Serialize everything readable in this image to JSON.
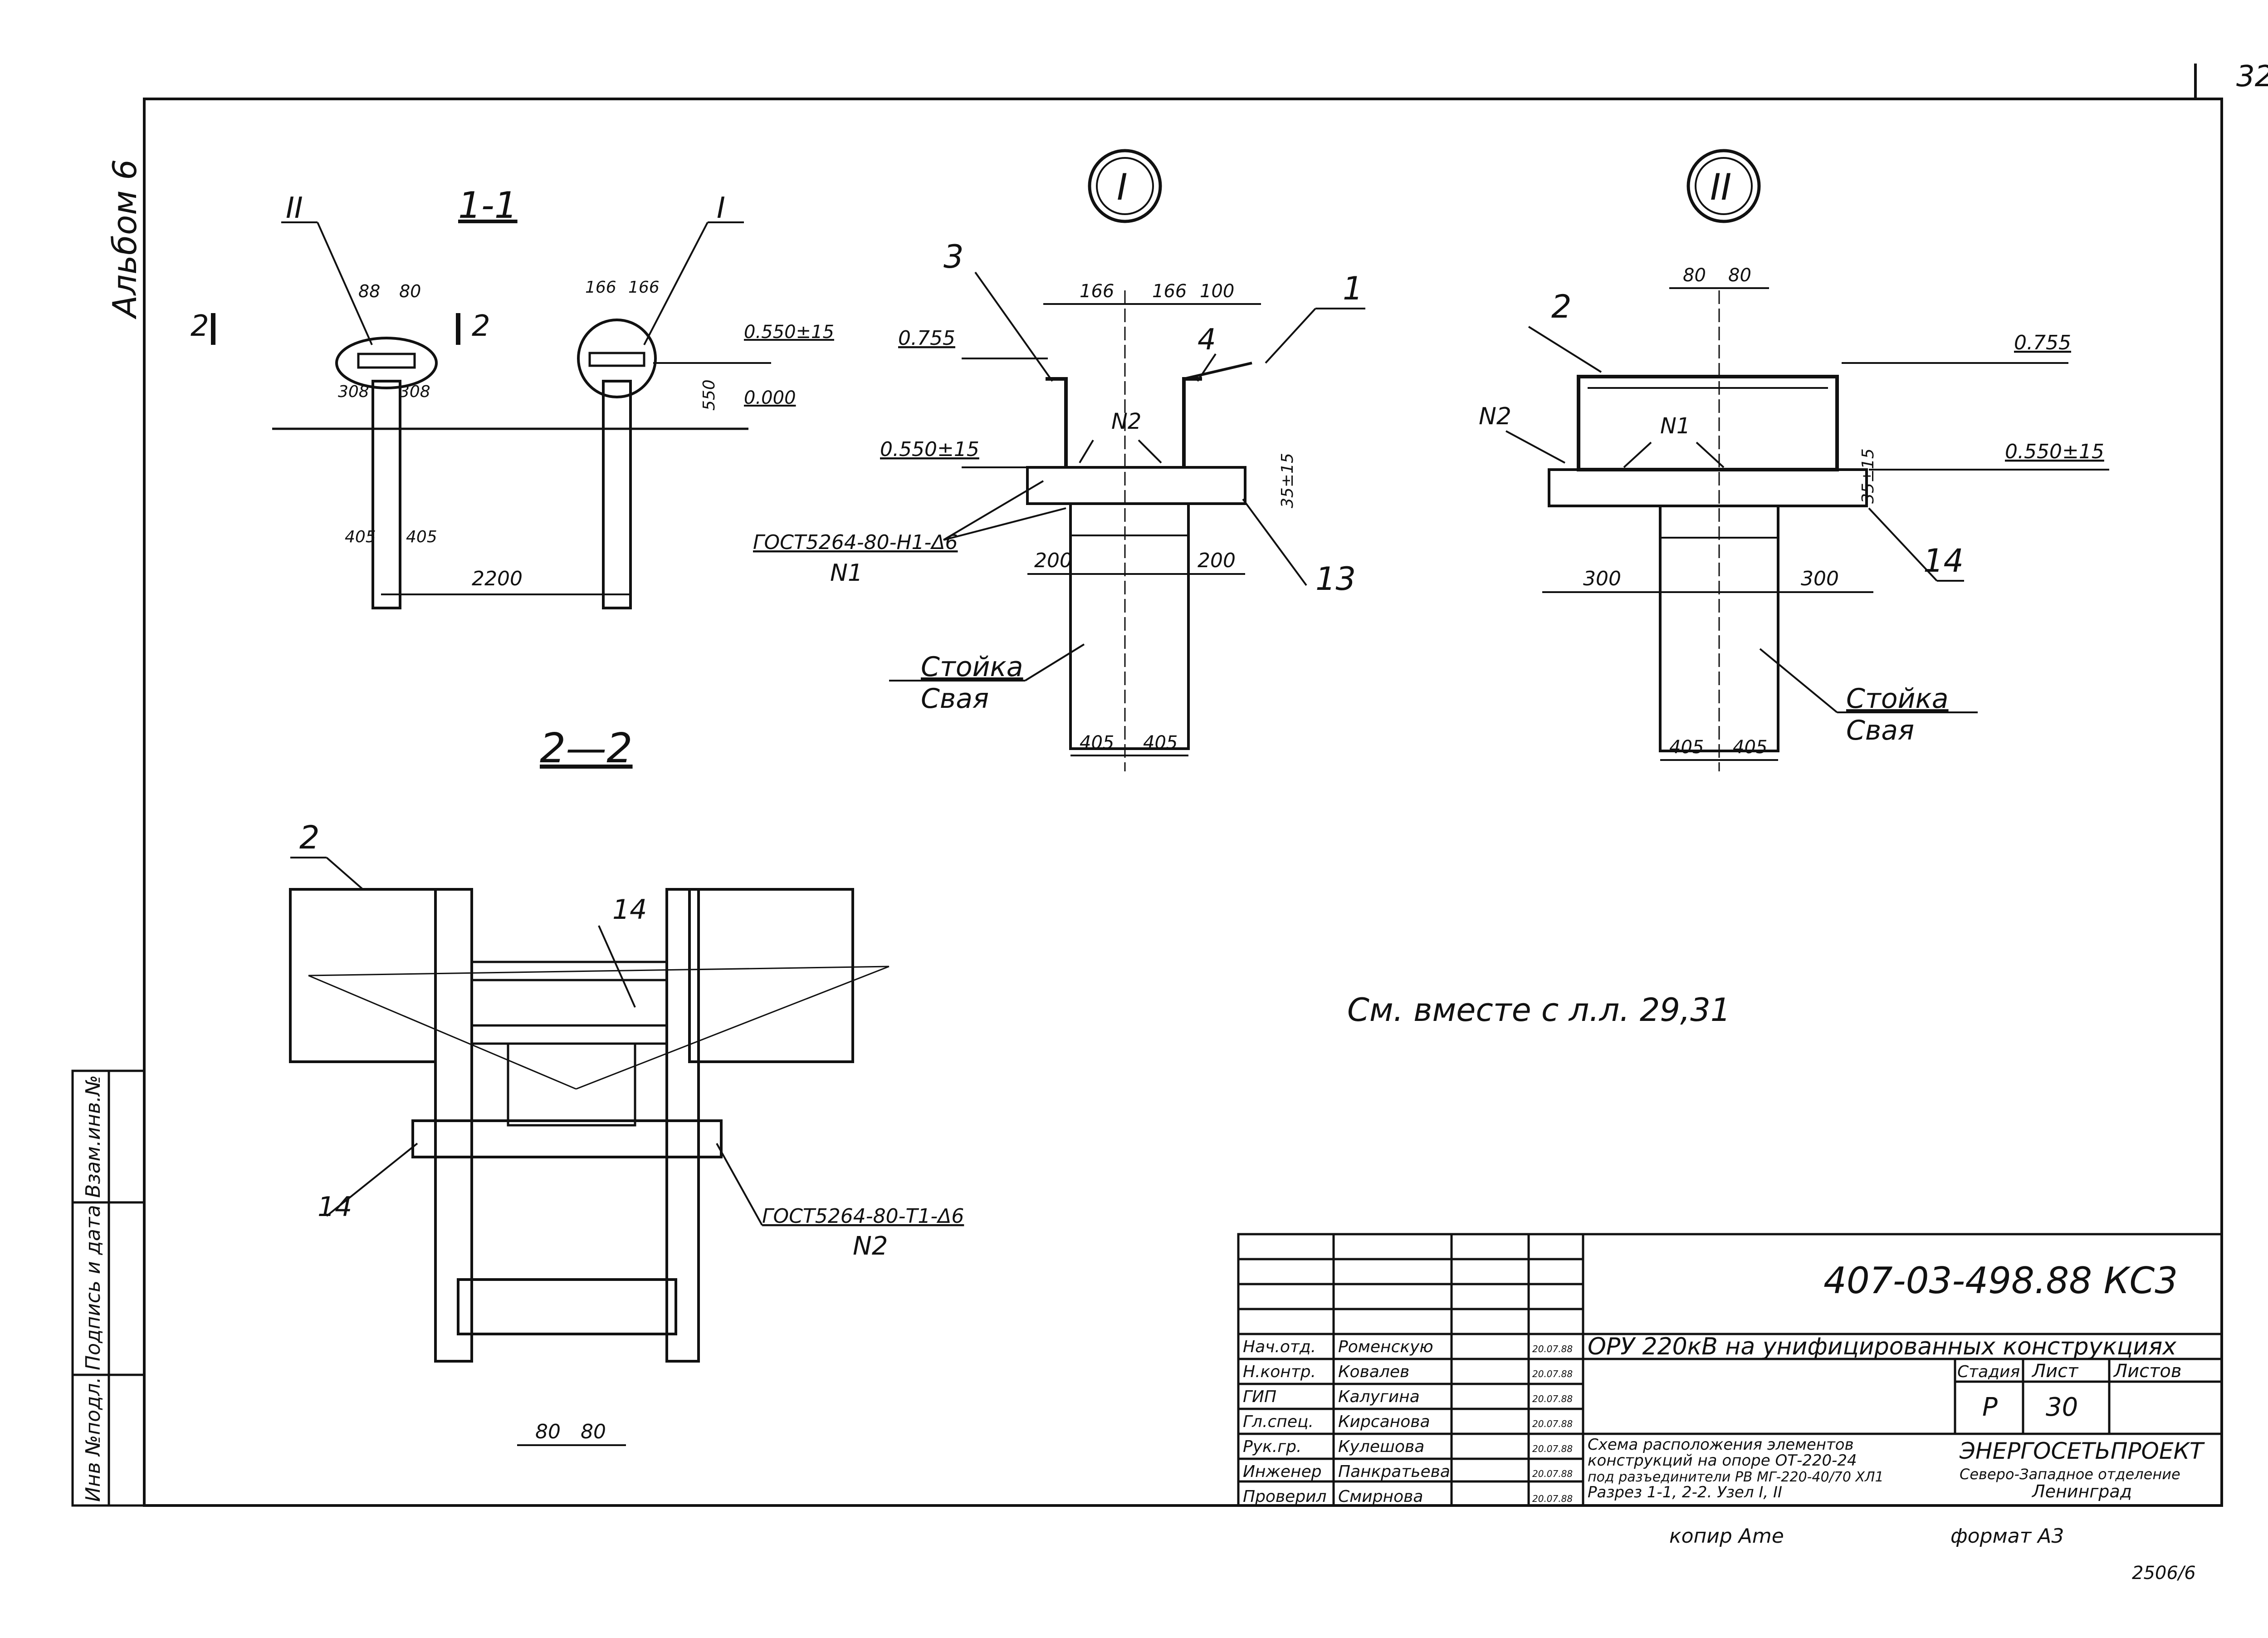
{
  "page": {
    "number": "32",
    "album": "Альбом 6"
  },
  "see_also": "См. вместе с л.л. 29,31",
  "sections": {
    "s11": "1-1",
    "s22": "2—2",
    "mark_2a": "2",
    "mark_2b": "2",
    "callout_I": "I",
    "callout_II": "II"
  },
  "view11": {
    "d_88a": "88",
    "d_80a": "80",
    "d_308a": "308",
    "d_308b": "308",
    "d_405a": "405",
    "d_405b": "405",
    "d_2200": "2200",
    "d_166a": "166",
    "d_166b": "166",
    "elev_0550": "0.550±15",
    "elev_0000": "0.000",
    "d_550": "550",
    "mark_II": "II",
    "mark_I": "I"
  },
  "detailI": {
    "callout": "I",
    "pos3": "3",
    "pos4": "4",
    "pos1": "1",
    "pos13": "13",
    "d_166a": "166",
    "d_166b": "166",
    "d_100": "100",
    "d_200a": "200",
    "d_200b": "200",
    "d_405a": "405",
    "d_405b": "405",
    "d_35": "35±15",
    "elev_0755": "0.755",
    "elev_0550": "0.550±15",
    "weld_N2": "N2",
    "weld_spec": "ГОСТ5264-80-Н1-Δ6",
    "weld_N1": "N1",
    "label_stoyka": "Стойка",
    "label_svaya": "Свая"
  },
  "detailII": {
    "callout": "II",
    "pos2": "2",
    "pos14": "14",
    "d_80a": "80",
    "d_80b": "80",
    "d_300a": "300",
    "d_300b": "300",
    "d_405a": "405",
    "d_405b": "405",
    "d_35": "35±15",
    "elev_0755": "0.755",
    "elev_0550": "0.550±15",
    "weld_N2": "N2",
    "weld_N1": "N1",
    "label_stoyka": "Стойка",
    "label_svaya": "Свая"
  },
  "view22": {
    "pos2": "2",
    "pos14a": "14",
    "pos14b": "14",
    "weld_spec": "ГОСТ5264-80-Т1-Δ6",
    "weld_N2": "N2",
    "d_80a": "80",
    "d_80b": "80"
  },
  "stamp_side": {
    "col1": "Инв №подл.",
    "col2": "Подпись и дата",
    "col3": "Взам.инв.№"
  },
  "title_block": {
    "code": "407-03-498.88 КС3",
    "project": "ОРУ 220кВ на унифицированных конструкциях",
    "sheet_title_l1": "Схема расположения элементов",
    "sheet_title_l2": "конструкций на опоре ОТ-220-24",
    "sheet_title_l3": "под разъединители РВ МГ-220-40/70 ХЛ1",
    "sheet_title_l4": "Разрез 1-1, 2-2. Узел I, II",
    "h_stage": "Стадия",
    "h_sheet": "Лист",
    "h_sheets": "Листов",
    "v_stage": "Р",
    "v_sheet": "30",
    "v_sheets": "",
    "org_l1": "ЭНЕРГОСЕТЬПРОЕКТ",
    "org_l2": "Северо-Западное отделение",
    "org_l3": "Ленинград",
    "people": [
      {
        "role": "Нач.отд.",
        "name": "Роменскую",
        "date": "20.07.88"
      },
      {
        "role": "Н.контр.",
        "name": "Ковалев",
        "date": "20.07.88"
      },
      {
        "role": "ГИП",
        "name": "Калугина",
        "date": "20.07.88"
      },
      {
        "role": "Гл.спец.",
        "name": "Кирсанова",
        "date": "20.07.88"
      },
      {
        "role": "Рук.гр.",
        "name": "Кулешова",
        "date": "20.07.88"
      },
      {
        "role": "Инженер",
        "name": "Панкратьева",
        "date": "20.07.88"
      },
      {
        "role": "Проверил",
        "name": "Смирнова",
        "date": "20.07.88"
      }
    ]
  },
  "footer": {
    "copied": "копир Ame",
    "format": "формат А3",
    "archive": "2506/6"
  }
}
